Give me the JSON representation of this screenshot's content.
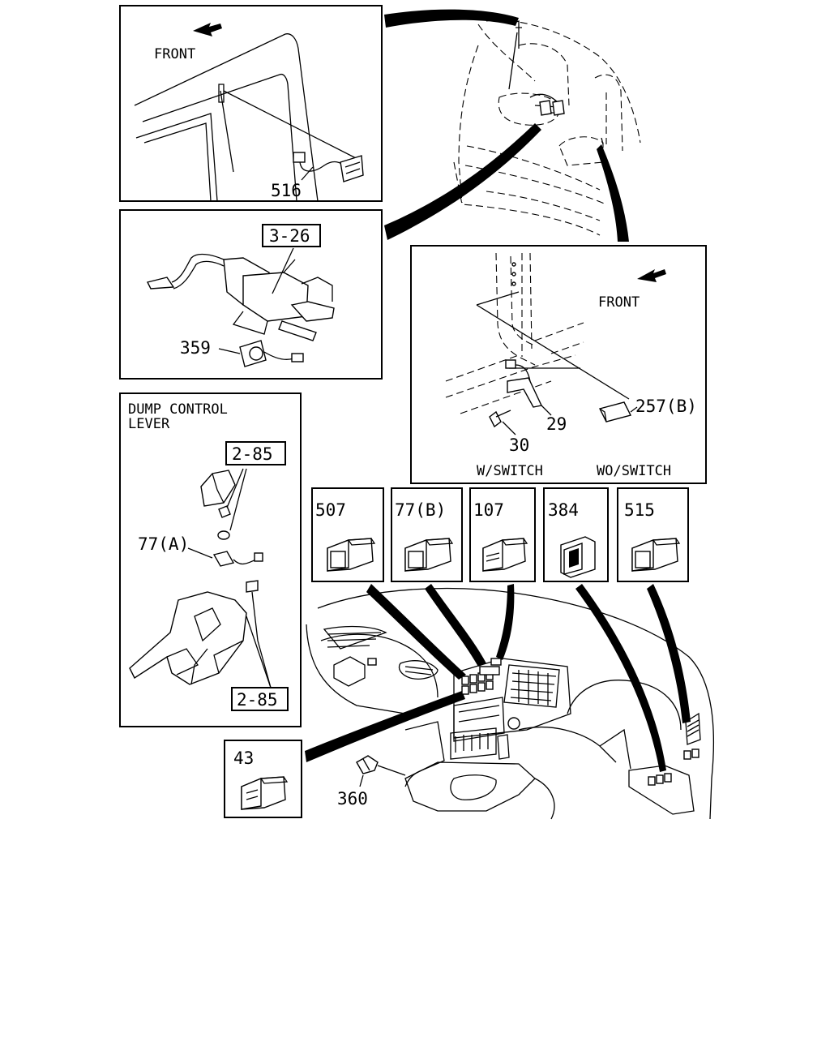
{
  "panels": {
    "front_cab": {
      "direction": "FRONT",
      "part": "516"
    },
    "shift": {
      "ref": "3-26",
      "part": "359"
    },
    "pillar": {
      "direction": "FRONT",
      "parts": [
        "257(B)",
        "29",
        "30"
      ],
      "notes": [
        "W/SWITCH",
        "WO/SWITCH"
      ]
    },
    "dump": {
      "title_line1": "DUMP CONTROL",
      "title_line2": "LEVER",
      "ref_top": "2-85",
      "ref_bottom": "2-85",
      "part": "77(A)"
    },
    "switches": [
      "507",
      "77(B)",
      "107",
      "384",
      "515"
    ],
    "switch_43": "43",
    "dash": {
      "part": "360"
    }
  }
}
